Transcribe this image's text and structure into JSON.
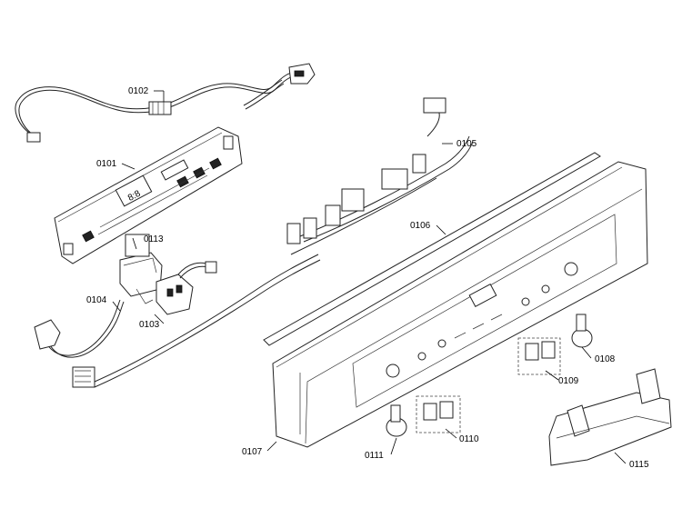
{
  "parts": {
    "p0101": "0101",
    "p0102": "0102",
    "p0103": "0103",
    "p0104": "0104",
    "p0105": "0105",
    "p0106": "0106",
    "p0107": "0107",
    "p0108": "0108",
    "p0109": "0109",
    "p0110": "0110",
    "p0111": "0111",
    "p0113": "0113",
    "p0115": "0115"
  },
  "display": {
    "digits": "8:8"
  }
}
